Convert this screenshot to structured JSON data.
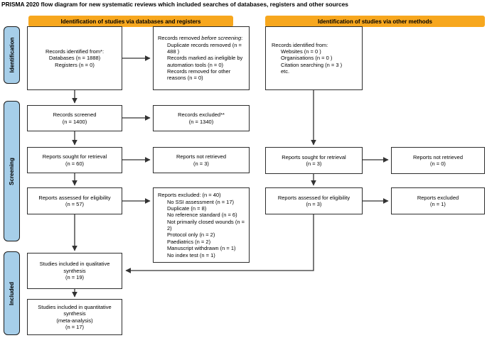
{
  "title": "PRISMA 2020 flow diagram for new systematic reviews which included searches of databases, registers and other sources",
  "colors": {
    "header_bg": "#F7A71E",
    "sidebar_bg": "#A6CEE9",
    "box_border": "#2e2e2e",
    "arrow": "#333333"
  },
  "headers": {
    "left": "Identification of studies via databases and registers",
    "right": "Identification of studies via other methods"
  },
  "sidebar": {
    "identification": "Identification",
    "screening": "Screening",
    "included": "Included"
  },
  "boxes": {
    "db_identified": {
      "lines": [
        "Records identified from*:",
        "Databases (n = 1888)",
        "Registers (n = 0)"
      ]
    },
    "records_removed": {
      "title_prefix": "Records removed ",
      "title_italic": "before screening",
      "title_suffix": ":",
      "items": [
        "Duplicate records removed (n = 488 )",
        "Records marked as ineligible by automation tools (n = 0)",
        "Records removed for other reasons (n = 0)"
      ]
    },
    "other_identified": {
      "title": "Records identified from:",
      "items": [
        "Websites (n = 0 )",
        "Organisations (n = 0 )",
        "Citation searching (n = 3 )",
        "etc."
      ]
    },
    "records_screened": {
      "lines": [
        "Records screened",
        "(n = 1400)"
      ]
    },
    "records_excluded": {
      "lines": [
        "Records excluded**",
        "(n = 1340)"
      ]
    },
    "reports_sought": {
      "lines": [
        "Reports sought for retrieval",
        "(n = 60)"
      ]
    },
    "reports_not_retrieved": {
      "lines": [
        "Reports not retrieved",
        "(n = 3)"
      ]
    },
    "reports_assessed": {
      "lines": [
        "Reports assessed for eligibility",
        "(n = 57)"
      ]
    },
    "reports_excluded_reasons": {
      "title": "Reports excluded: (n = 40)",
      "items": [
        "No SSI assessment (n = 17)",
        "Duplicate (n = 8)",
        "No reference standard (n = 6)",
        "Not primarily closed wounds (n = 2)",
        "Protocol only (n = 2)",
        "Paediatrics (n = 2)",
        "Manuscript withdrawn (n = 1)",
        "No index test (n = 1)"
      ]
    },
    "qualitative": {
      "lines": [
        "Studies included in qualitative",
        "synthesis",
        "(n = 19)"
      ]
    },
    "quantitative": {
      "lines": [
        "Studies included in quantitative",
        "synthesis",
        "(meta-analysis)",
        "(n = 17)"
      ]
    },
    "other_sought": {
      "lines": [
        "Reports sought for retrieval",
        "(n = 3)"
      ]
    },
    "other_not_retrieved": {
      "lines": [
        "Reports not retrieved",
        "(n = 0)"
      ]
    },
    "other_assessed": {
      "lines": [
        "Reports assessed for eligibility",
        "(n = 3)"
      ]
    },
    "other_excluded": {
      "lines": [
        "Reports excluded",
        "(n = 1)"
      ]
    }
  }
}
